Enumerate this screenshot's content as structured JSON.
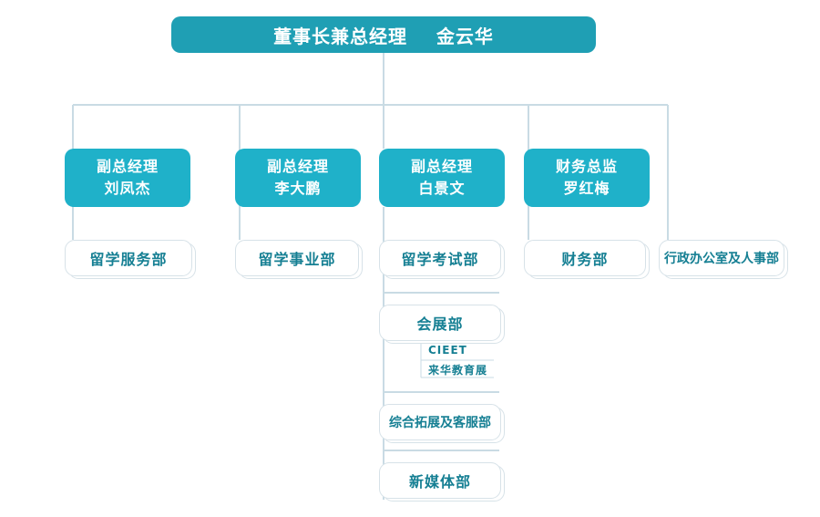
{
  "chairman": {
    "title": "董事长兼总经理",
    "name": "金云华"
  },
  "executives": [
    {
      "title": "副总经理",
      "name": "刘凤杰"
    },
    {
      "title": "副总经理",
      "name": "李大鹏"
    },
    {
      "title": "副总经理",
      "name": "白景文"
    },
    {
      "title": "财务总监",
      "name": "罗红梅"
    }
  ],
  "departments": {
    "study_abroad_services": "留学服务部",
    "study_abroad_business": "留学事业部",
    "study_abroad_exams": "留学考试部",
    "finance": "财务部",
    "admin_hr": "行政办公室及人事部",
    "exhibition": "会展部",
    "exhibition_subs": [
      "CIEET",
      "来华教育展"
    ],
    "expansion_customer_service": "综合拓展及客服部",
    "new_media": "新媒体部"
  },
  "colors": {
    "primary_dark": "#1f9fb4",
    "primary": "#1fb1c9",
    "dept_text": "#157f93",
    "connector": "#c9dbe4",
    "dept_border": "#d7e2e8"
  }
}
